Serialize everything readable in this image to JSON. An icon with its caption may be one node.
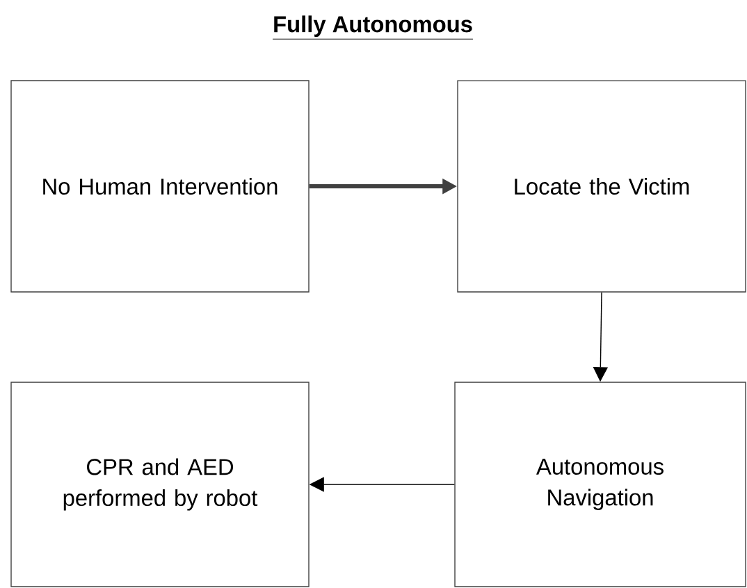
{
  "diagram": {
    "title": "Fully Autonomous",
    "nodes": [
      {
        "text": [
          "No Human Intervention"
        ]
      },
      {
        "text": [
          "Locate the Victim"
        ]
      },
      {
        "text": [
          "CPR and AED performed by robot"
        ]
      },
      {
        "text": [
          "Autonomous Navigation"
        ]
      }
    ],
    "edges": [
      {
        "from": 0,
        "to": 1,
        "arrow": "to",
        "style": "thick",
        "color": "#404040"
      },
      {
        "from": 1,
        "to": 3,
        "arrow": "to"
      },
      {
        "from": 3,
        "to": 2,
        "arrow": "to"
      }
    ]
  }
}
